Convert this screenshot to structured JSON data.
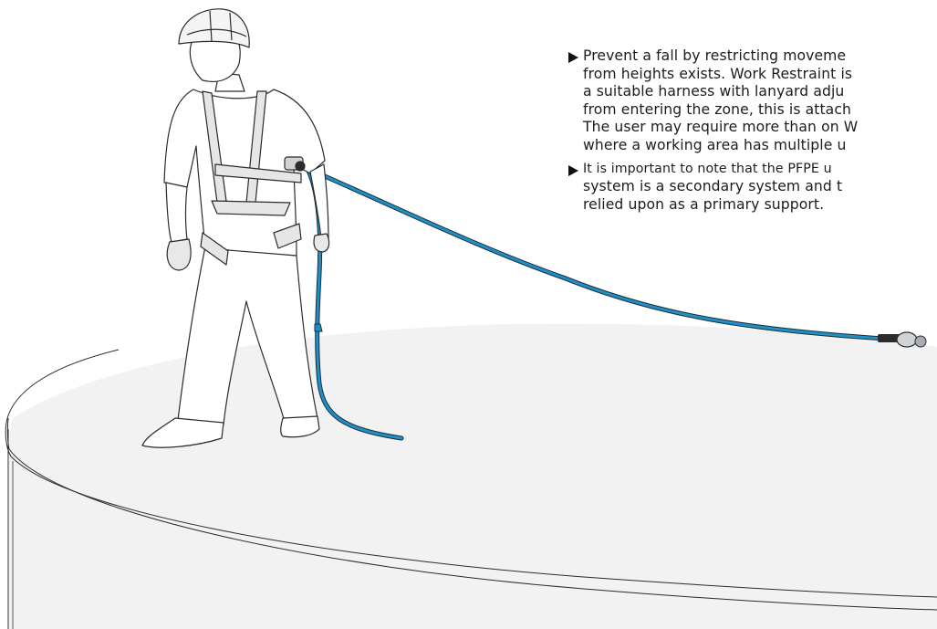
{
  "notes": [
    {
      "lines": [
        "Prevent a fall by restricting moveme",
        "from heights exists. Work Restraint is",
        "a suitable harness with lanyard adju",
        "from entering the zone, this is attach",
        "The user may require more than on W",
        "where a working area has multiple u"
      ]
    },
    {
      "lines": [
        "It is important to note that the PFPE u",
        "system is a secondary system and t",
        "relied upon as a primary support."
      ]
    }
  ],
  "colors": {
    "lanyard": "#1f8fc6",
    "platform_fill": "#f2f2f2",
    "line": "#2b2b2b",
    "bullet": "#111111"
  },
  "icons": [
    "triangle-bullet-icon",
    "carabiner-icon",
    "helmet-icon",
    "harness-icon"
  ]
}
